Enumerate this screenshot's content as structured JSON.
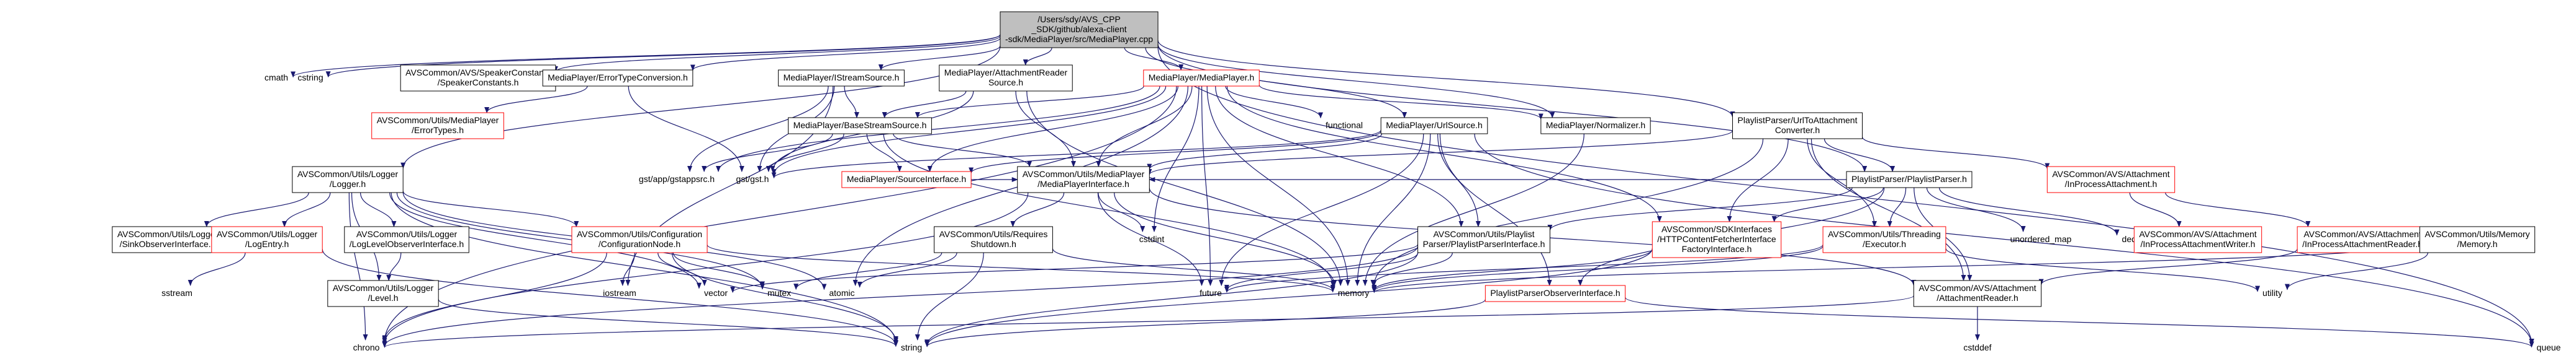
{
  "graph": {
    "root": "n0",
    "nodes": [
      {
        "id": "n0",
        "lines": [
          "/Users/sdy/AVS_CPP",
          "_SDK/github/alexa-client",
          "-sdk/MediaPlayer/src/MediaPlayer.cpp"
        ],
        "style": "root"
      },
      {
        "id": "n1",
        "lines": [
          "cmath"
        ],
        "style": "plain"
      },
      {
        "id": "n2",
        "lines": [
          "cstring"
        ],
        "style": "plain"
      },
      {
        "id": "n3",
        "lines": [
          "AVSCommon/AVS/SpeakerConstants",
          "/SpeakerConstants.h"
        ],
        "style": "normal"
      },
      {
        "id": "n4",
        "lines": [
          "MediaPlayer/ErrorTypeConversion.h"
        ],
        "style": "normal"
      },
      {
        "id": "n5",
        "lines": [
          "MediaPlayer/IStreamSource.h"
        ],
        "style": "normal"
      },
      {
        "id": "n6",
        "lines": [
          "MediaPlayer/AttachmentReader",
          "Source.h"
        ],
        "style": "normal"
      },
      {
        "id": "n7",
        "lines": [
          "MediaPlayer/MediaPlayer.h"
        ],
        "style": "red"
      },
      {
        "id": "n8",
        "lines": [
          "AVSCommon/Utils/MediaPlayer",
          "/ErrorTypes.h"
        ],
        "style": "red"
      },
      {
        "id": "n9",
        "lines": [
          "MediaPlayer/BaseStreamSource.h"
        ],
        "style": "normal"
      },
      {
        "id": "n10",
        "lines": [
          "functional"
        ],
        "style": "plain"
      },
      {
        "id": "n11",
        "lines": [
          "MediaPlayer/UrlSource.h"
        ],
        "style": "normal"
      },
      {
        "id": "n12",
        "lines": [
          "MediaPlayer/Normalizer.h"
        ],
        "style": "normal"
      },
      {
        "id": "n13",
        "lines": [
          "PlaylistParser/UrlToAttachment",
          "Converter.h"
        ],
        "style": "normal"
      },
      {
        "id": "n14",
        "lines": [
          "AVSCommon/Utils/Logger",
          "/Logger.h"
        ],
        "style": "normal"
      },
      {
        "id": "n15",
        "lines": [
          "gst/app/gstappsrc.h"
        ],
        "style": "plain"
      },
      {
        "id": "n16",
        "lines": [
          "gst/gst.h"
        ],
        "style": "plain"
      },
      {
        "id": "n17",
        "lines": [
          "MediaPlayer/SourceInterface.h"
        ],
        "style": "red"
      },
      {
        "id": "n18",
        "lines": [
          "AVSCommon/Utils/MediaPlayer",
          "/MediaPlayerInterface.h"
        ],
        "style": "normal"
      },
      {
        "id": "n19",
        "lines": [
          "PlaylistParser/PlaylistParser.h"
        ],
        "style": "normal"
      },
      {
        "id": "n20",
        "lines": [
          "AVSCommon/AVS/Attachment",
          "/InProcessAttachment.h"
        ],
        "style": "red"
      },
      {
        "id": "n21",
        "lines": [
          "AVSCommon/Utils/Logger",
          "/SinkObserverInterface.h"
        ],
        "style": "normal"
      },
      {
        "id": "n22",
        "lines": [
          "AVSCommon/Utils/Logger",
          "/LogEntry.h"
        ],
        "style": "red"
      },
      {
        "id": "n23",
        "lines": [
          "AVSCommon/Utils/Logger",
          "/LogLevelObserverInterface.h"
        ],
        "style": "normal"
      },
      {
        "id": "n24",
        "lines": [
          "AVSCommon/Utils/Configuration",
          "/ConfigurationNode.h"
        ],
        "style": "red"
      },
      {
        "id": "n25",
        "lines": [
          "AVSCommon/Utils/Requires",
          "Shutdown.h"
        ],
        "style": "normal"
      },
      {
        "id": "n26",
        "lines": [
          "cstdint"
        ],
        "style": "plain"
      },
      {
        "id": "n27",
        "lines": [
          "AVSCommon/Utils/Playlist",
          "Parser/PlaylistParserInterface.h"
        ],
        "style": "normal"
      },
      {
        "id": "n28",
        "lines": [
          "AVSCommon/SDKInterfaces",
          "/HTTPContentFetcherInterface",
          "FactoryInterface.h"
        ],
        "style": "red"
      },
      {
        "id": "n29",
        "lines": [
          "AVSCommon/Utils/Threading",
          "/Executor.h"
        ],
        "style": "red"
      },
      {
        "id": "n30",
        "lines": [
          "unordered_map"
        ],
        "style": "plain"
      },
      {
        "id": "n31",
        "lines": [
          "deque"
        ],
        "style": "plain"
      },
      {
        "id": "n32",
        "lines": [
          "AVSCommon/AVS/Attachment",
          "/InProcessAttachmentWriter.h"
        ],
        "style": "red"
      },
      {
        "id": "n33",
        "lines": [
          "AVSCommon/AVS/Attachment",
          "/InProcessAttachmentReader.h"
        ],
        "style": "red"
      },
      {
        "id": "n34",
        "lines": [
          "AVSCommon/Utils/Memory",
          "/Memory.h"
        ],
        "style": "normal"
      },
      {
        "id": "n35",
        "lines": [
          "sstream"
        ],
        "style": "plain"
      },
      {
        "id": "n36",
        "lines": [
          "AVSCommon/Utils/Logger",
          "/Level.h"
        ],
        "style": "normal"
      },
      {
        "id": "n37",
        "lines": [
          "iostream"
        ],
        "style": "plain"
      },
      {
        "id": "n38",
        "lines": [
          "vector"
        ],
        "style": "plain"
      },
      {
        "id": "n39",
        "lines": [
          "mutex"
        ],
        "style": "plain"
      },
      {
        "id": "n40",
        "lines": [
          "atomic"
        ],
        "style": "plain"
      },
      {
        "id": "n41",
        "lines": [
          "future"
        ],
        "style": "plain"
      },
      {
        "id": "n42",
        "lines": [
          "memory"
        ],
        "style": "plain"
      },
      {
        "id": "n43",
        "lines": [
          "PlaylistParserObserverInterface.h"
        ],
        "style": "red"
      },
      {
        "id": "n44",
        "lines": [
          "AVSCommon/AVS/Attachment",
          "/AttachmentReader.h"
        ],
        "style": "normal"
      },
      {
        "id": "n45",
        "lines": [
          "utility"
        ],
        "style": "plain"
      },
      {
        "id": "n46",
        "lines": [
          "chrono"
        ],
        "style": "plain"
      },
      {
        "id": "n47",
        "lines": [
          "string"
        ],
        "style": "plain"
      },
      {
        "id": "n48",
        "lines": [
          "cstddef"
        ],
        "style": "plain"
      },
      {
        "id": "n49",
        "lines": [
          "queue"
        ],
        "style": "plain"
      }
    ],
    "edges": [
      [
        "n0",
        "n1"
      ],
      [
        "n0",
        "n2"
      ],
      [
        "n0",
        "n3"
      ],
      [
        "n0",
        "n4"
      ],
      [
        "n0",
        "n5"
      ],
      [
        "n0",
        "n6"
      ],
      [
        "n0",
        "n7"
      ],
      [
        "n0",
        "n11"
      ],
      [
        "n0",
        "n12"
      ],
      [
        "n0",
        "n13"
      ],
      [
        "n0",
        "n14"
      ],
      [
        "n0",
        "n19"
      ],
      [
        "n0",
        "n49"
      ],
      [
        "n4",
        "n8"
      ],
      [
        "n4",
        "n16"
      ],
      [
        "n5",
        "n9"
      ],
      [
        "n5",
        "n15"
      ],
      [
        "n5",
        "n16"
      ],
      [
        "n5",
        "n37"
      ],
      [
        "n6",
        "n9"
      ],
      [
        "n6",
        "n18"
      ],
      [
        "n6",
        "n16"
      ],
      [
        "n6",
        "n42"
      ],
      [
        "n7",
        "n10"
      ],
      [
        "n7",
        "n12"
      ],
      [
        "n7",
        "n9"
      ],
      [
        "n7",
        "n17"
      ],
      [
        "n7",
        "n18"
      ],
      [
        "n7",
        "n15"
      ],
      [
        "n7",
        "n16"
      ],
      [
        "n7",
        "n26"
      ],
      [
        "n7",
        "n27"
      ],
      [
        "n7",
        "n28"
      ],
      [
        "n7",
        "n41"
      ],
      [
        "n7",
        "n42"
      ],
      [
        "n7",
        "n46"
      ],
      [
        "n7",
        "n40"
      ],
      [
        "n9",
        "n17"
      ],
      [
        "n9",
        "n18"
      ],
      [
        "n9",
        "n15"
      ],
      [
        "n9",
        "n16"
      ],
      [
        "n9",
        "n42"
      ],
      [
        "n11",
        "n17"
      ],
      [
        "n11",
        "n18"
      ],
      [
        "n11",
        "n27"
      ],
      [
        "n11",
        "n43"
      ],
      [
        "n11",
        "n16"
      ],
      [
        "n11",
        "n42"
      ],
      [
        "n11",
        "n41"
      ],
      [
        "n11",
        "n49"
      ],
      [
        "n12",
        "n42"
      ],
      [
        "n13",
        "n19"
      ],
      [
        "n13",
        "n20"
      ],
      [
        "n13",
        "n28"
      ],
      [
        "n13",
        "n29"
      ],
      [
        "n13",
        "n44"
      ],
      [
        "n13",
        "n42"
      ],
      [
        "n13",
        "n18"
      ],
      [
        "n14",
        "n21"
      ],
      [
        "n14",
        "n22"
      ],
      [
        "n14",
        "n23"
      ],
      [
        "n14",
        "n24"
      ],
      [
        "n14",
        "n36"
      ],
      [
        "n14",
        "n39"
      ],
      [
        "n14",
        "n40"
      ],
      [
        "n14",
        "n38"
      ],
      [
        "n14",
        "n46"
      ],
      [
        "n14",
        "n47"
      ],
      [
        "n17",
        "n18"
      ],
      [
        "n18",
        "n25"
      ],
      [
        "n18",
        "n26"
      ],
      [
        "n18",
        "n41"
      ],
      [
        "n18",
        "n42"
      ],
      [
        "n18",
        "n46"
      ],
      [
        "n18",
        "n44"
      ],
      [
        "n19",
        "n27"
      ],
      [
        "n19",
        "n28"
      ],
      [
        "n19",
        "n29"
      ],
      [
        "n19",
        "n30"
      ],
      [
        "n19",
        "n31"
      ],
      [
        "n19",
        "n43"
      ],
      [
        "n19",
        "n44"
      ],
      [
        "n19",
        "n18"
      ],
      [
        "n20",
        "n32"
      ],
      [
        "n20",
        "n33"
      ],
      [
        "n22",
        "n35"
      ],
      [
        "n22",
        "n47"
      ],
      [
        "n23",
        "n36"
      ],
      [
        "n24",
        "n37"
      ],
      [
        "n24",
        "n38"
      ],
      [
        "n24",
        "n39"
      ],
      [
        "n24",
        "n46"
      ],
      [
        "n24",
        "n47"
      ],
      [
        "n24",
        "n42"
      ],
      [
        "n25",
        "n39"
      ],
      [
        "n25",
        "n40"
      ],
      [
        "n25",
        "n47"
      ],
      [
        "n25",
        "n42"
      ],
      [
        "n27",
        "n41"
      ],
      [
        "n27",
        "n42"
      ],
      [
        "n27",
        "n46"
      ],
      [
        "n27",
        "n47"
      ],
      [
        "n27",
        "n38"
      ],
      [
        "n28",
        "n42"
      ],
      [
        "n28",
        "n47"
      ],
      [
        "n29",
        "n41"
      ],
      [
        "n29",
        "n42"
      ],
      [
        "n29",
        "n45"
      ],
      [
        "n33",
        "n44"
      ],
      [
        "n34",
        "n42"
      ],
      [
        "n34",
        "n45"
      ],
      [
        "n36",
        "n47"
      ],
      [
        "n43",
        "n47"
      ],
      [
        "n43",
        "n49"
      ],
      [
        "n44",
        "n46"
      ],
      [
        "n44",
        "n48"
      ]
    ]
  }
}
